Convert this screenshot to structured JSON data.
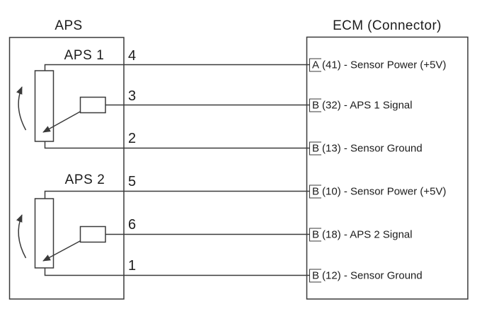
{
  "diagram": {
    "left_title": "APS",
    "right_title": "ECM (Connector)",
    "sensors": [
      {
        "label": "APS 1"
      },
      {
        "label": "APS 2"
      }
    ],
    "wires": [
      {
        "number": "4",
        "pin_letter": "A",
        "pin_text": "(41) - Sensor Power (+5V)"
      },
      {
        "number": "3",
        "pin_letter": "B",
        "pin_text": "(32) - APS 1 Signal"
      },
      {
        "number": "2",
        "pin_letter": "B",
        "pin_text": "(13) - Sensor Ground"
      },
      {
        "number": "5",
        "pin_letter": "B",
        "pin_text": "(10) - Sensor Power (+5V)"
      },
      {
        "number": "6",
        "pin_letter": "B",
        "pin_text": "(18) - APS 2 Signal"
      },
      {
        "number": "1",
        "pin_letter": "B",
        "pin_text": "(12) - Sensor Ground"
      }
    ],
    "colors": {
      "line": "#3a3a3a",
      "text": "#1c1c1c",
      "background": "#ffffff"
    }
  }
}
